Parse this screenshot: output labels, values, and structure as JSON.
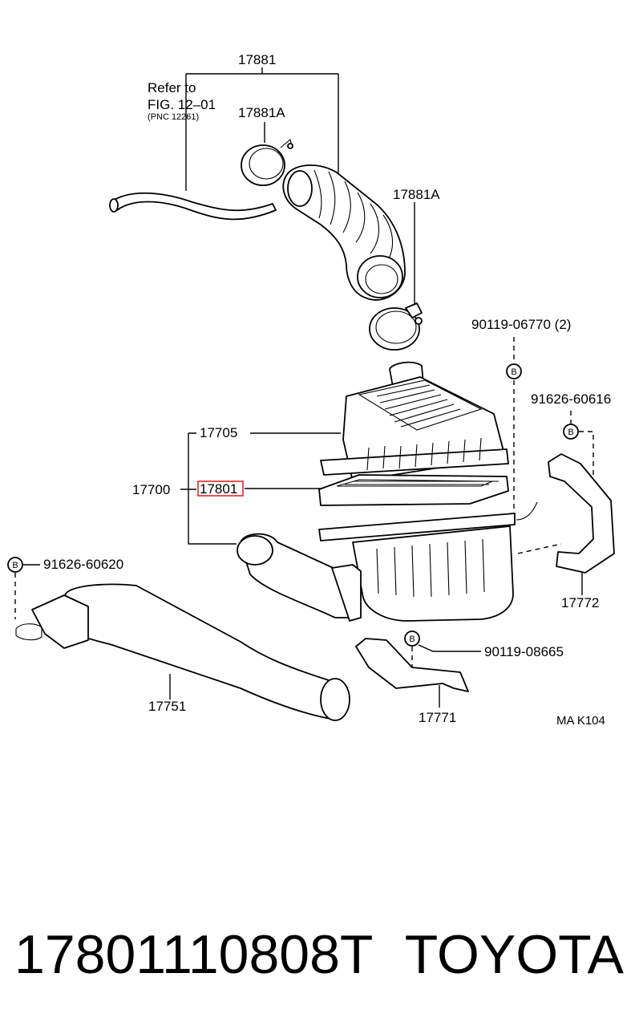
{
  "labels": {
    "p17881": "17881",
    "refer_line1": "Refer to",
    "refer_line2": "FIG. 12–01",
    "refer_line3": "(PNC 12261)",
    "p17881A_top": "17881A",
    "p17881A_right": "17881A",
    "p90119_06770": "90119-06770 (2)",
    "p91626_60616": "91626-60616",
    "p17705": "17705",
    "p17700": "17700",
    "p17801": "17801",
    "p91626_60620": "91626-60620",
    "p17772": "17772",
    "p90119_08665": "90119-08665",
    "p17751": "17751",
    "p17771": "17771",
    "code": "MA K104",
    "bolt_marker": "B"
  },
  "caption": {
    "part_number": "17801110808T",
    "brand": "TOYOTA"
  },
  "colors": {
    "highlight": "#e32626",
    "line": "#000000",
    "background": "#ffffff"
  }
}
